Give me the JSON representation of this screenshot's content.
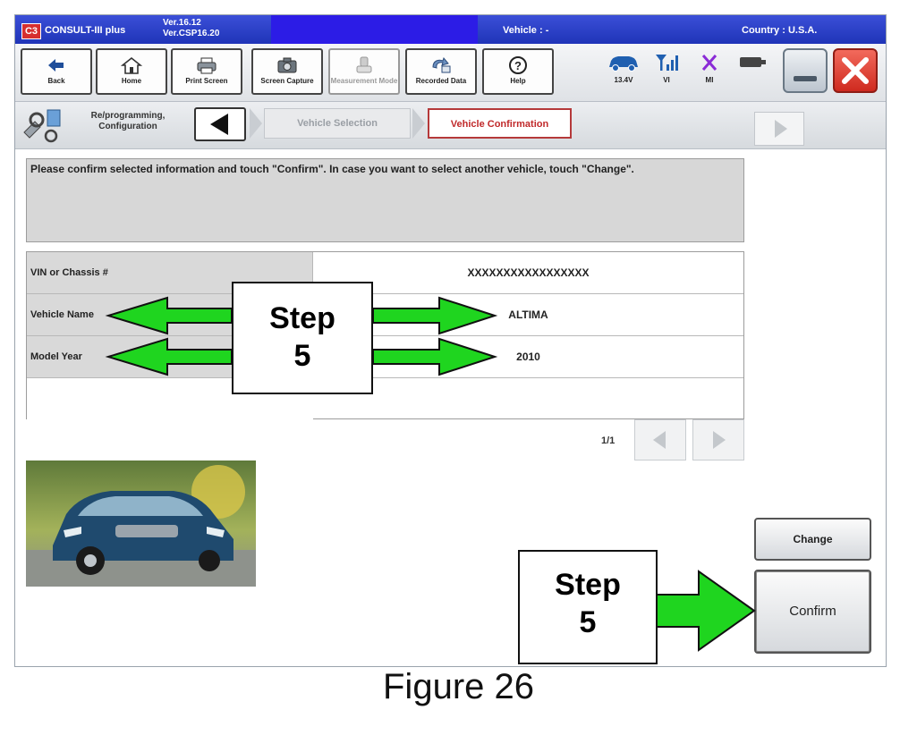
{
  "titlebar": {
    "app_name": "CONSULT-III plus",
    "logo_text": "C3",
    "version_line1": "Ver.16.12",
    "version_line2": "Ver.CSP16.20",
    "vehicle": "Vehicle : -",
    "country": "Country : U.S.A."
  },
  "toolbar": {
    "buttons": [
      {
        "label": "Back",
        "icon": "back-arrow-icon"
      },
      {
        "label": "Home",
        "icon": "home-icon"
      },
      {
        "label": "Print Screen",
        "icon": "printer-icon"
      },
      {
        "label": "Screen Capture",
        "icon": "camera-icon"
      },
      {
        "label": "Measurement Mode",
        "icon": "measurement-icon",
        "disabled": true
      },
      {
        "label": "Recorded Data",
        "icon": "recorded-data-icon"
      },
      {
        "label": "Help",
        "icon": "help-icon"
      }
    ],
    "status": [
      {
        "label": "13.4V",
        "icon": "vehicle-battery-icon"
      },
      {
        "label": "VI",
        "icon": "signal-icon"
      },
      {
        "label": "MI",
        "icon": "mi-x-icon"
      }
    ]
  },
  "breadcrumb": {
    "mode": "Re/programming, Configuration",
    "steps": [
      "Vehicle Selection",
      "Vehicle Confirmation"
    ],
    "active_index": 1
  },
  "message": "Please confirm selected information and touch \"Confirm\". In case you want to select another vehicle, touch \"Change\".",
  "info_rows": [
    {
      "label": "VIN or Chassis #",
      "value": "XXXXXXXXXXXXXXXXX"
    },
    {
      "label": "Vehicle Name",
      "value": "ALTIMA"
    },
    {
      "label": "Model Year",
      "value": "2010"
    },
    {
      "label": "",
      "value": ""
    }
  ],
  "pager": {
    "text": "1/1"
  },
  "buttons": {
    "change": "Change",
    "confirm": "Confirm"
  },
  "annotations": {
    "step_word": "Step",
    "step_number": "5",
    "arrow_color": "#1fd51f"
  },
  "caption": "Figure 26",
  "colors": {
    "titlebar": "#2a3fcc",
    "active_crumb": "#c0292a",
    "close_button": "#e0453a"
  }
}
